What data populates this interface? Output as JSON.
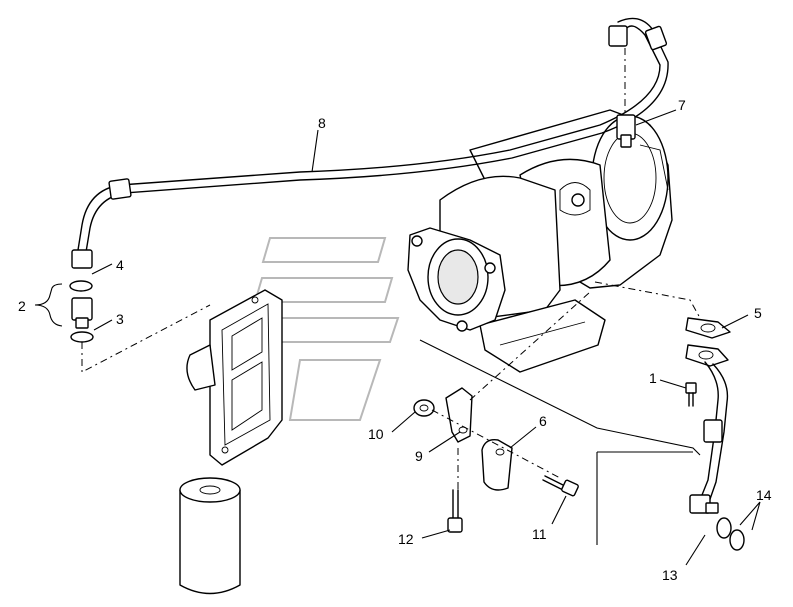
{
  "callouts": {
    "c1": "1",
    "c2": "2",
    "c3": "3",
    "c4": "4",
    "c5": "5",
    "c6": "6",
    "c7": "7",
    "c8": "8",
    "c9": "9",
    "c10": "10",
    "c11": "11",
    "c12": "12",
    "c13": "13",
    "c14": "14"
  },
  "colors": {
    "line": "#000000",
    "background": "#ffffff",
    "watermark": "#b8b8b8"
  }
}
